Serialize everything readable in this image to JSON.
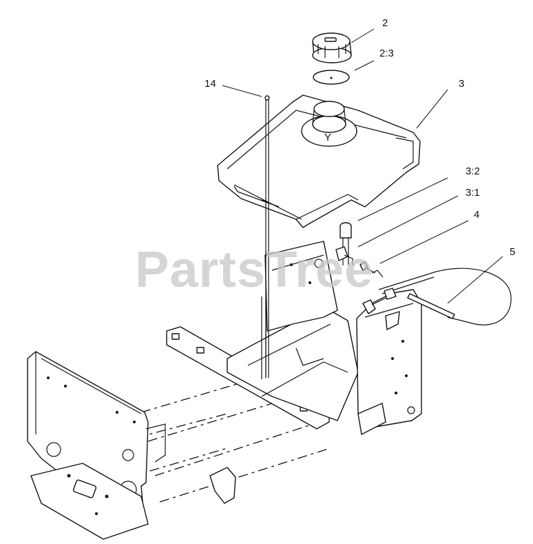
{
  "diagram": {
    "watermark": "PartsTree",
    "callouts": {
      "fuel_cap": "2",
      "cap_gasket": "2:3",
      "fuel_tank": "3",
      "tank_marking": "Y",
      "grommet": "3:2",
      "fitting": "3:1",
      "clamp": "4",
      "fuel_hose": "5",
      "hold_down_rod": "14"
    }
  }
}
